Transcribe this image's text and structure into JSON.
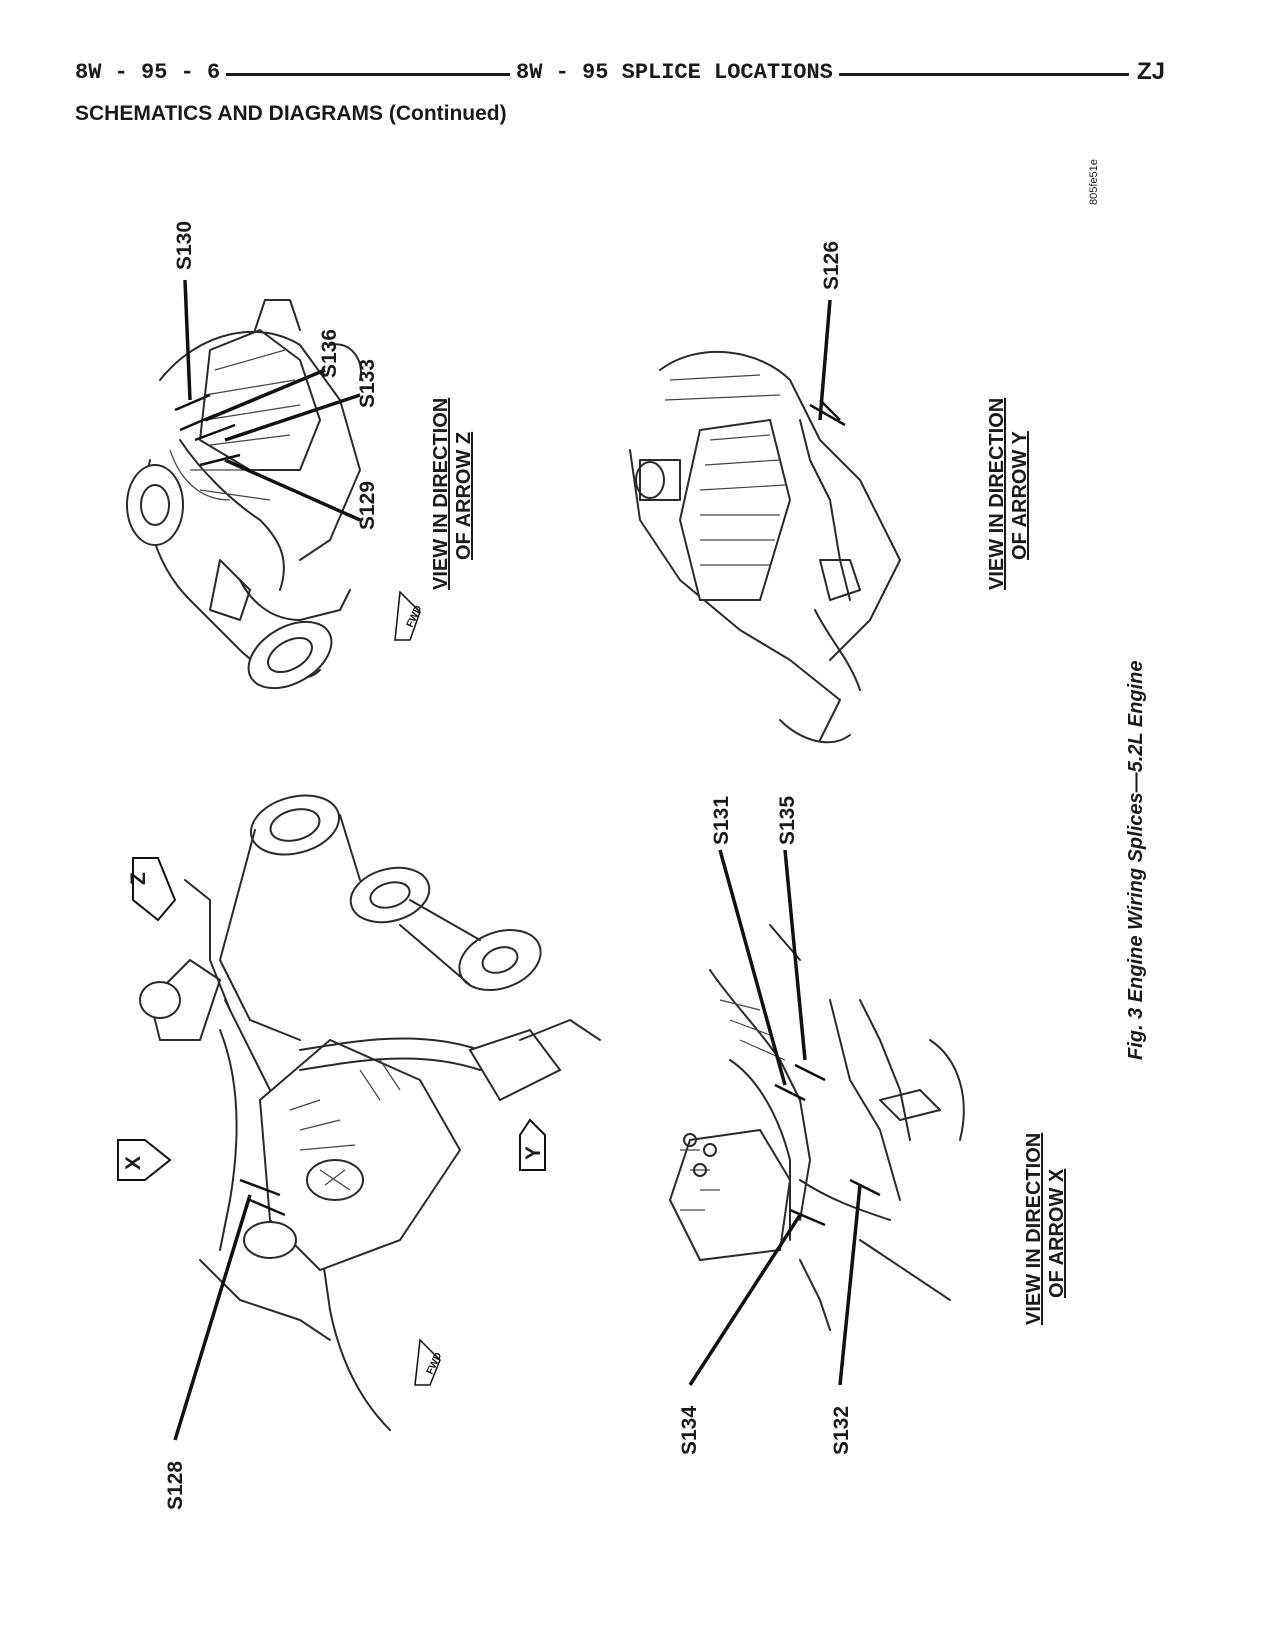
{
  "header": {
    "page_number": "8W - 95 - 6",
    "section_title": "8W - 95 SPLICE LOCATIONS",
    "vehicle_code": "ZJ"
  },
  "subtitle": "SCHEMATICS AND DIAGRAMS (Continued)",
  "figure": {
    "reference_code": "805fe51e",
    "caption": "Fig. 3 Engine Wiring Splices—5.2L Engine",
    "views": {
      "z": {
        "line1": "VIEW IN DIRECTION",
        "line2": "OF ARROW Z"
      },
      "y": {
        "line1": "VIEW IN DIRECTION",
        "line2": "OF ARROW Y"
      },
      "x": {
        "line1": "VIEW IN DIRECTION",
        "line2": "OF ARROW X"
      }
    },
    "splices": {
      "s130": "S130",
      "s136": "S136",
      "s133": "S133",
      "s129": "S129",
      "s126": "S126",
      "s131": "S131",
      "s135": "S135",
      "s134": "S134",
      "s132": "S132",
      "s128": "S128"
    },
    "arrows": {
      "z": "Z",
      "x": "X",
      "y": "Y",
      "fwd": "FWD"
    }
  }
}
